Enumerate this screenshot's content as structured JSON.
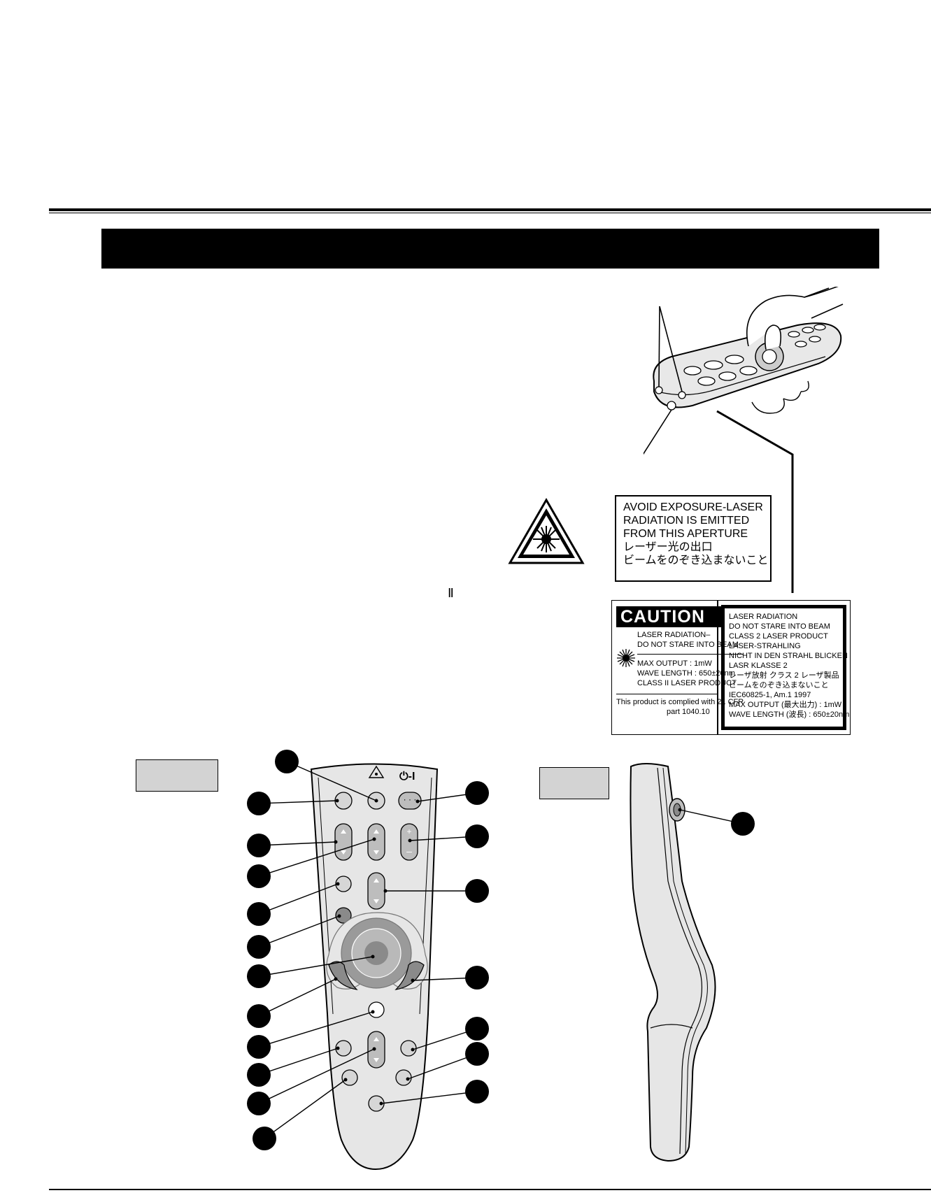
{
  "laser_label": {
    "lines": [
      "AVOID EXPOSURE-LASER",
      "RADIATION IS EMITTED",
      "FROM THIS APERTURE",
      "レーザー光の出口",
      "ビームをのぞき込まないこと"
    ]
  },
  "caution_label": {
    "heading": "CAUTION",
    "left_lines_1": [
      "LASER RADIATION–",
      "DO NOT STARE INTO BEAM"
    ],
    "left_lines_2": [
      "MAX OUTPUT : 1mW",
      "WAVE LENGTH : 650±20nm",
      "CLASS II LASER PRODUCT"
    ],
    "compliance_1": "This product is complied with 21 CFR",
    "compliance_2": "part  1040.10",
    "right_lines": [
      "LASER RADIATION",
      "DO NOT STARE INTO BEAM",
      "CLASS 2 LASER PRODUCT",
      "LASER-STRAHLING",
      "NICHT IN DEN STRAHL BLICKEN",
      "LASR KLASSE 2",
      "レーザ放射 クラス 2 レーザ製品",
      "ビームをのぞき込まないこと",
      "IEC60825-1, Am.1 1997",
      "MAX OUTPUT (最大出力) : 1mW",
      "WAVE LENGTH (波長) : 650±20nm"
    ]
  },
  "roman_numeral": "Ⅱ",
  "remote": {
    "power_symbol": "⏻-I"
  },
  "colors": {
    "button_light": "#d6d6d6",
    "button_mid": "#b9b9b9",
    "button_dark": "#8a8a8a",
    "remote_body": "#e6e6e6",
    "label_box": "#d3d3d3"
  }
}
